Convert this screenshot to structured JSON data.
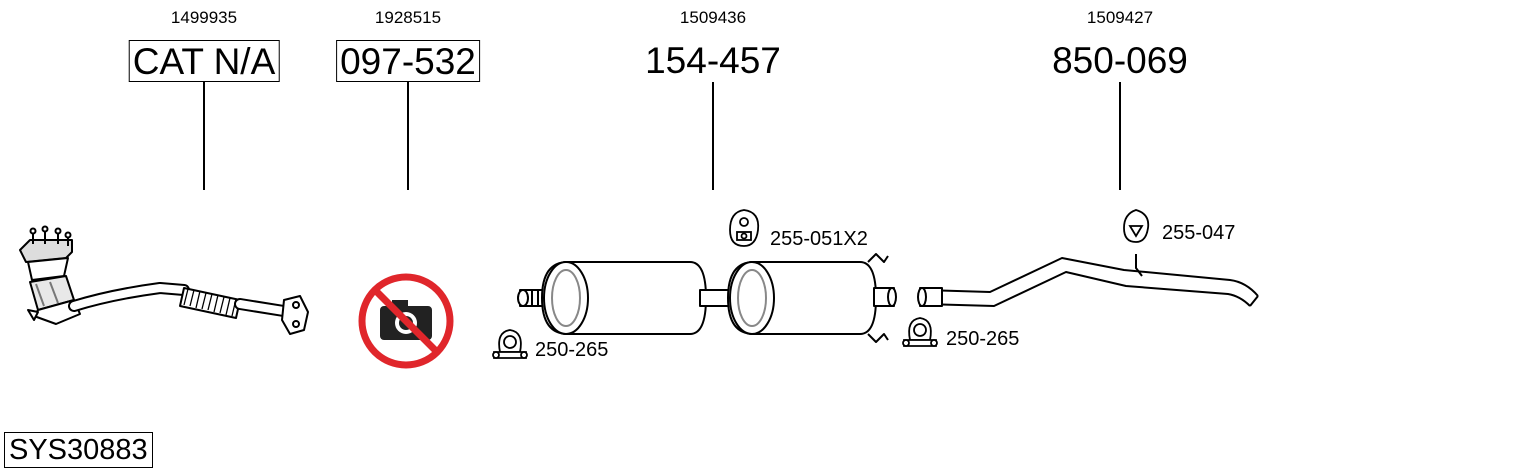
{
  "parts": [
    {
      "ref": "1499935",
      "code": "CAT N/A",
      "boxed": true
    },
    {
      "ref": "1928515",
      "code": "097-532",
      "boxed": true
    },
    {
      "ref": "1509436",
      "code": "154-457",
      "boxed": false
    },
    {
      "ref": "1509427",
      "code": "850-069",
      "boxed": false
    }
  ],
  "accessories": {
    "clamp_1": "250-265",
    "hanger_1": "255-051X2",
    "clamp_2": "250-265",
    "hanger_2": "255-047"
  },
  "system_code": "SYS30883",
  "no_image_icon_color": "#e0262b"
}
